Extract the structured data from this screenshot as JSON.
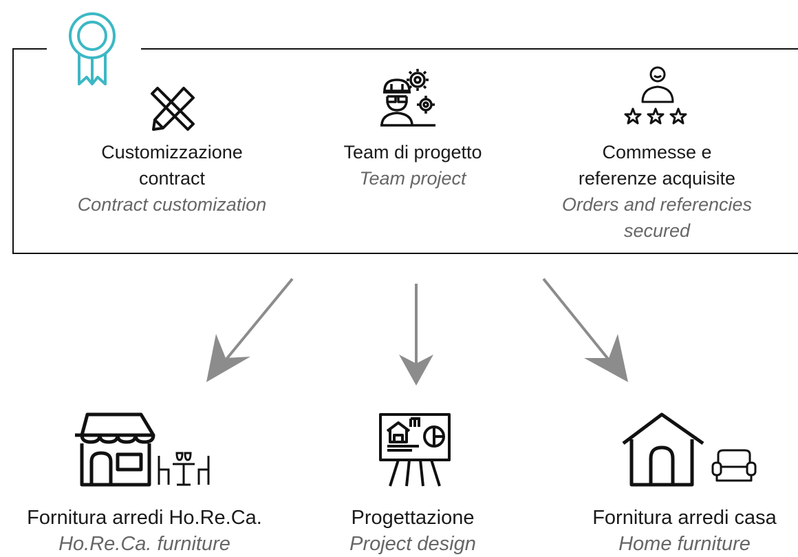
{
  "badge_icon": "award-ribbon-icon",
  "accent_color": "#3cb8c4",
  "arrow_color": "#8c8c8c",
  "top_items": [
    {
      "icon": "ruler-pencil-icon",
      "label": "Customizzazione contract",
      "label_lines": [
        "Customizzazione",
        "contract"
      ],
      "translation": "Contract customization"
    },
    {
      "icon": "engineer-gears-icon",
      "label": "Team di progetto",
      "label_lines": [
        "Team di progetto"
      ],
      "translation": "Team project"
    },
    {
      "icon": "user-rating-stars-icon",
      "label": "Commesse e referenze acquisite",
      "label_lines": [
        "Commesse e",
        "referenze acquisite"
      ],
      "translation": "Orders and referencies secured",
      "translation_lines": [
        "Orders and referencies",
        "secured"
      ]
    }
  ],
  "bottom_items": [
    {
      "icon": "shop-awning-table-icon",
      "label": "Fornitura arredi Ho.Re.Ca.",
      "translation": "Ho.Re.Ca. furniture"
    },
    {
      "icon": "presentation-board-icon",
      "label": "Progettazione",
      "translation": "Project design"
    },
    {
      "icon": "house-armchair-icon",
      "label": "Fornitura arredi casa",
      "translation": "Home furniture"
    }
  ]
}
